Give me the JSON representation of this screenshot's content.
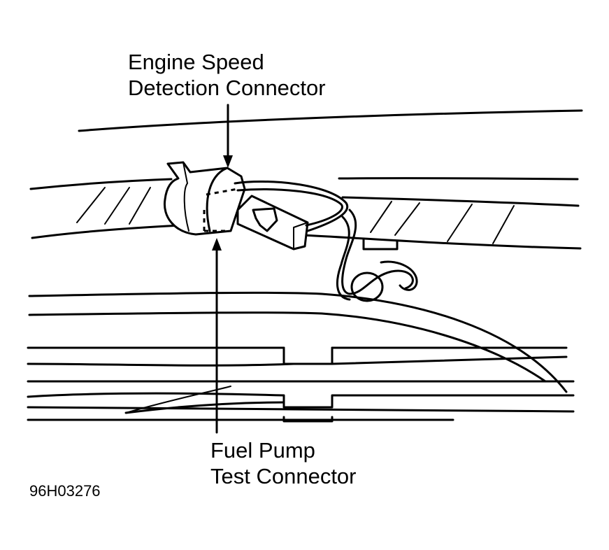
{
  "labels": {
    "engine_speed_line1": "Engine Speed",
    "engine_speed_line2": "Detection Connector",
    "fuel_pump_line1": "Fuel Pump",
    "fuel_pump_line2": "Test Connector",
    "figure_id": "96H03276"
  },
  "colors": {
    "ink": "#000000",
    "paper": "#ffffff"
  }
}
